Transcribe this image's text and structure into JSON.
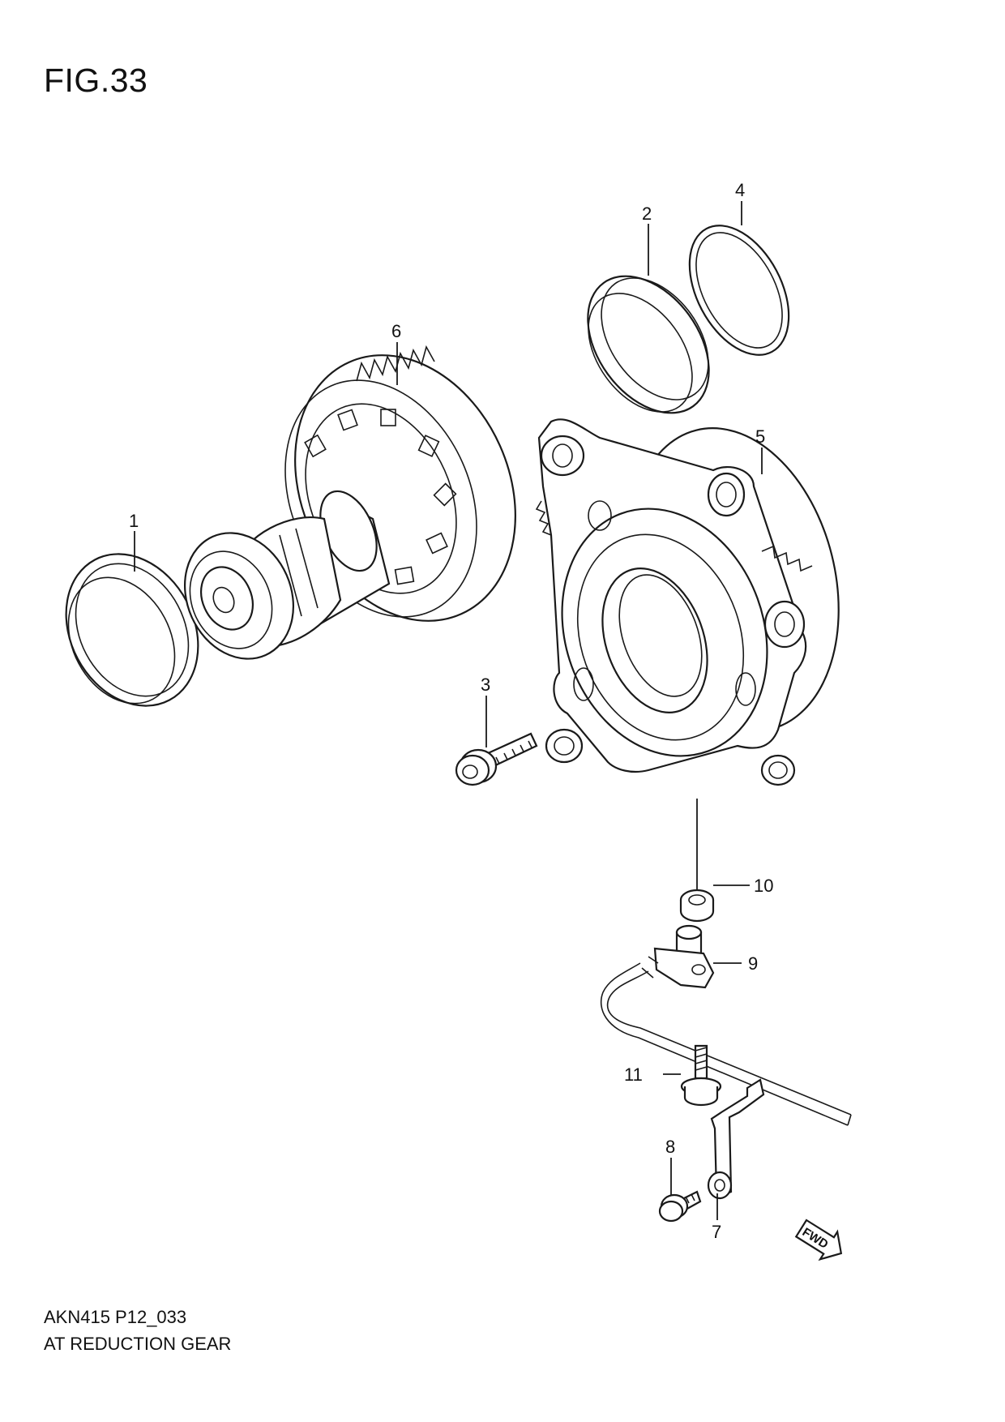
{
  "figure": {
    "title": "FIG.33"
  },
  "footer": {
    "code": "AKN415 P12_033",
    "name": "AT REDUCTION GEAR"
  },
  "direction_marker": {
    "label": "FWD",
    "icon": "fwd-arrow-icon"
  },
  "callouts": [
    {
      "number": "1",
      "part": "bearing-outer-race"
    },
    {
      "number": "2",
      "part": "bearing-race"
    },
    {
      "number": "3",
      "part": "flange-bolt"
    },
    {
      "number": "4",
      "part": "o-ring"
    },
    {
      "number": "5",
      "part": "reduction-gear-case"
    },
    {
      "number": "6",
      "part": "reduction-drive-gear"
    },
    {
      "number": "7",
      "part": "sensor-bracket"
    },
    {
      "number": "8",
      "part": "bracket-bolt"
    },
    {
      "number": "9",
      "part": "speed-sensor"
    },
    {
      "number": "10",
      "part": "sensor-bushing"
    },
    {
      "number": "11",
      "part": "sensor-bolt"
    }
  ]
}
